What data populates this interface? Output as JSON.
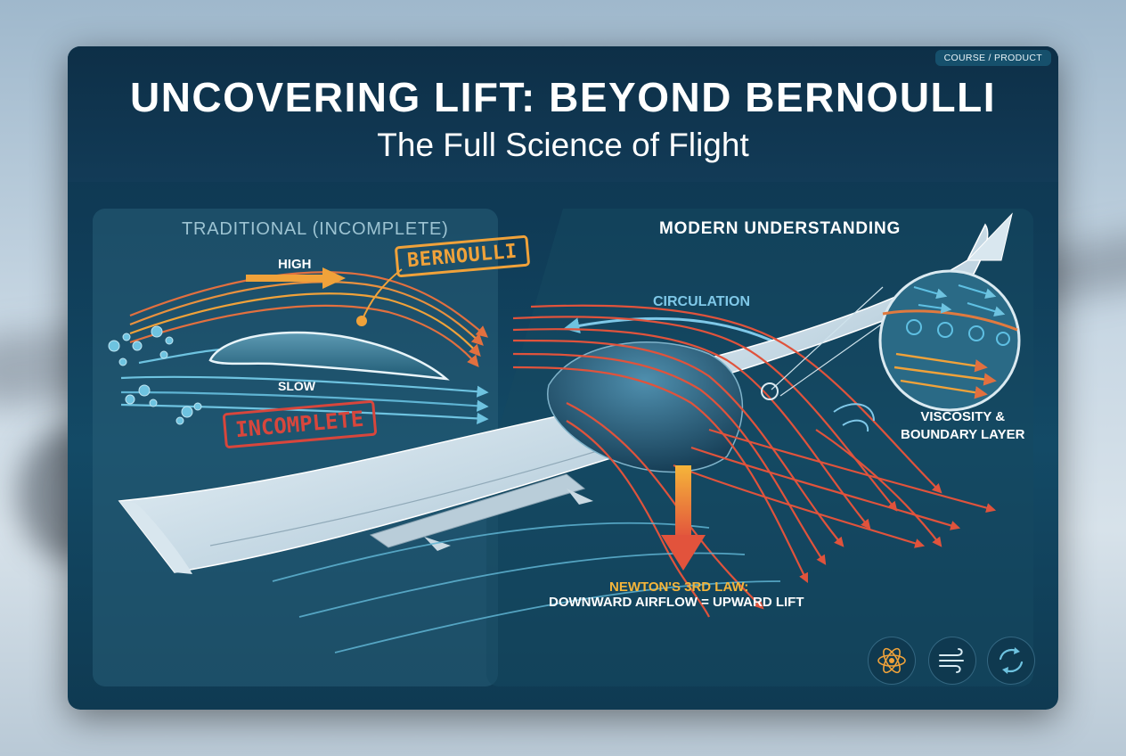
{
  "header": {
    "badge": "COURSE / PRODUCT",
    "title": "UNCOVERING LIFT: BEYOND BERNOULLI",
    "subtitle": "The Full Science of Flight"
  },
  "left_panel": {
    "heading": "TRADITIONAL (INCOMPLETE)",
    "high_label": "HIGH",
    "slow_label": "SLOW",
    "bernoulli_stamp": "BERNOULLI",
    "incomplete_stamp": "INCOMPLETE"
  },
  "right_panel": {
    "heading": "MODERN UNDERSTANDING",
    "circulation_label": "CIRCULATION",
    "viscosity_line1": "VISCOSITY &",
    "viscosity_line2": "BOUNDARY LAYER",
    "newton_line1": "NEWTON'S 3RD LAW:",
    "newton_line2": "DOWNWARD AIRFLOW = UPWARD LIFT"
  },
  "icons": [
    "atom-icon",
    "wind-icon",
    "cycle-icon"
  ],
  "colors": {
    "accent_orange": "#f0a23a",
    "stamp_red": "#d8463c",
    "flow_red": "#e2603f",
    "flow_blue": "#6ec3e0",
    "card_bg": "#0f3a55"
  }
}
